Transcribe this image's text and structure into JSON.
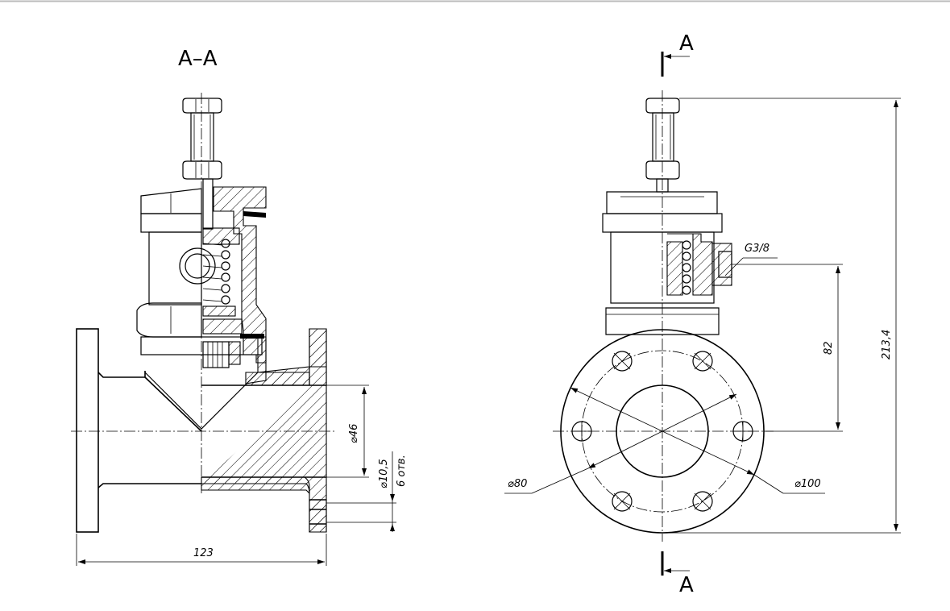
{
  "section_title": "A–A",
  "section_marks": {
    "top": "A",
    "bottom": "A"
  },
  "dimensions": {
    "overall_length": "123",
    "bore_diameter": "⌀46",
    "hole_diameter": "⌀10,5",
    "hole_count": "6 отв.",
    "inner_flange_diameter": "⌀80",
    "bolt_circle_diameter": "⌀100",
    "thread": "G3/8",
    "axis_height": "82",
    "overall_height": "213,4"
  },
  "colors": {
    "line": "#000000",
    "background": "#ffffff"
  }
}
